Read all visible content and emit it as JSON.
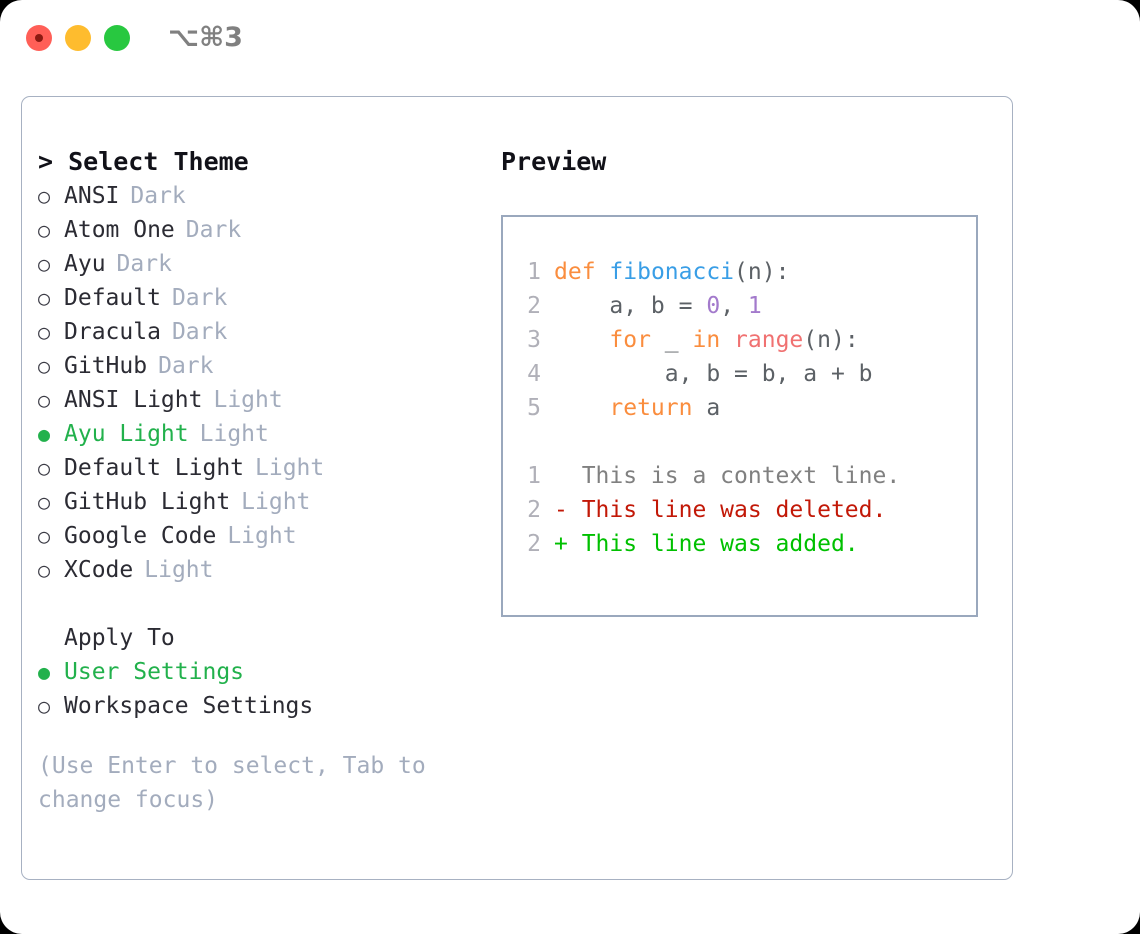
{
  "titlebar": {
    "shortcut": "⌥⌘3",
    "dots": [
      "close-red",
      "minimize-yellow",
      "maximize-green"
    ]
  },
  "left_panel": {
    "title": "> Select Theme",
    "themes": [
      {
        "marker": "○",
        "name": "ANSI",
        "suffix": "Dark",
        "selected": false
      },
      {
        "marker": "○",
        "name": "Atom One",
        "suffix": "Dark",
        "selected": false
      },
      {
        "marker": "○",
        "name": "Ayu",
        "suffix": "Dark",
        "selected": false
      },
      {
        "marker": "○",
        "name": "Default",
        "suffix": "Dark",
        "selected": false
      },
      {
        "marker": "○",
        "name": "Dracula",
        "suffix": "Dark",
        "selected": false
      },
      {
        "marker": "○",
        "name": "GitHub",
        "suffix": "Dark",
        "selected": false
      },
      {
        "marker": "○",
        "name": "ANSI Light",
        "suffix": "Light",
        "selected": false
      },
      {
        "marker": "●",
        "name": "Ayu Light",
        "suffix": "Light",
        "selected": true
      },
      {
        "marker": "○",
        "name": "Default Light",
        "suffix": "Light",
        "selected": false
      },
      {
        "marker": "○",
        "name": "GitHub Light",
        "suffix": "Light",
        "selected": false
      },
      {
        "marker": "○",
        "name": "Google Code",
        "suffix": "Light",
        "selected": false
      },
      {
        "marker": "○",
        "name": "XCode",
        "suffix": "Light",
        "selected": false
      }
    ],
    "apply_to_header": "Apply To",
    "apply_to": [
      {
        "marker": "●",
        "name": "User Settings",
        "selected": true
      },
      {
        "marker": "○",
        "name": "Workspace Settings",
        "selected": false
      }
    ],
    "hint": "(Use Enter to select, Tab to change focus)"
  },
  "right_panel": {
    "title": "Preview",
    "code_lines": [
      {
        "no": "1",
        "tokens": [
          {
            "t": "def",
            "c": "kw"
          },
          {
            "t": " ",
            "c": "pl"
          },
          {
            "t": "fibonacci",
            "c": "fn"
          },
          {
            "t": "(n):",
            "c": "pl"
          }
        ]
      },
      {
        "no": "2",
        "tokens": [
          {
            "t": "    a, b = ",
            "c": "pl"
          },
          {
            "t": "0",
            "c": "num"
          },
          {
            "t": ", ",
            "c": "pl"
          },
          {
            "t": "1",
            "c": "num"
          }
        ]
      },
      {
        "no": "3",
        "tokens": [
          {
            "t": "    ",
            "c": "pl"
          },
          {
            "t": "for",
            "c": "kw"
          },
          {
            "t": " _ ",
            "c": "pl"
          },
          {
            "t": "in",
            "c": "kw"
          },
          {
            "t": " ",
            "c": "pl"
          },
          {
            "t": "range",
            "c": "bi"
          },
          {
            "t": "(n):",
            "c": "pl"
          }
        ]
      },
      {
        "no": "4",
        "tokens": [
          {
            "t": "        a, b = b, a + b",
            "c": "pl"
          }
        ]
      },
      {
        "no": "5",
        "tokens": [
          {
            "t": "    ",
            "c": "pl"
          },
          {
            "t": "return",
            "c": "kw"
          },
          {
            "t": " a",
            "c": "pl"
          }
        ]
      }
    ],
    "diff_lines": [
      {
        "no": "1",
        "sign": " ",
        "text": " This is a context line.",
        "kind": "ctx"
      },
      {
        "no": "2",
        "sign": "-",
        "text": " This line was deleted.",
        "kind": "del"
      },
      {
        "no": "2",
        "sign": "+",
        "text": " This line was added.",
        "kind": "add"
      }
    ]
  },
  "colors": {
    "selection_green": "#22b14c",
    "keyword_orange": "#fa8d3e",
    "function_blue": "#399ee6",
    "number_purple": "#a37acc",
    "builtin_red": "#f07171",
    "diff_added": "#00c000",
    "diff_deleted": "#c21807",
    "muted_gray": "#a3acbd",
    "border": "#a7b1c2"
  }
}
